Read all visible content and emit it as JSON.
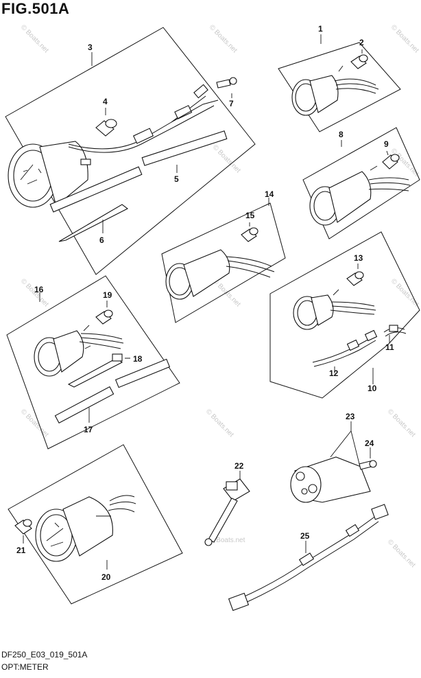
{
  "header": {
    "title": "FIG.501A"
  },
  "footer": {
    "code": "DF250_E03_019_501A",
    "subtitle": "OPT:METER"
  },
  "watermark": {
    "text": "© Boats.net"
  },
  "callouts": {
    "c1": "1",
    "c2": "2",
    "c3": "3",
    "c4": "4",
    "c5": "5",
    "c6": "6",
    "c7": "7",
    "c8": "8",
    "c9": "9",
    "c10": "10",
    "c11": "11",
    "c12": "12",
    "c13": "13",
    "c14": "14",
    "c15": "15",
    "c16": "16",
    "c17": "17",
    "c18": "18",
    "c19": "19",
    "c20": "20",
    "c21": "21",
    "c22": "22",
    "c23": "23",
    "c24": "24",
    "c25": "25"
  }
}
